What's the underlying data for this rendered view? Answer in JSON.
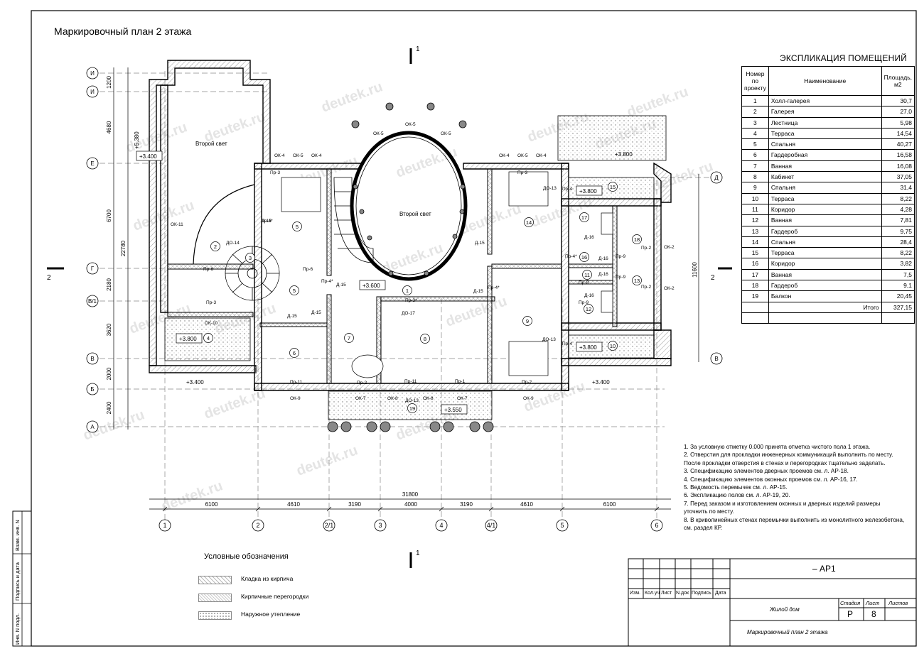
{
  "drawing": {
    "title": "Маркировочный план 2 этажа",
    "watermark": "deutek.ru",
    "section_mark": "1",
    "section_mark_side": "2"
  },
  "explication": {
    "title": "ЭКСПЛИКАЦИЯ ПОМЕЩЕНИЙ",
    "headers": [
      "Номер по проекту",
      "Наименование",
      "Площадь, м2"
    ],
    "rows": [
      {
        "num": "1",
        "name": "Холл-галерея",
        "area": "30,7"
      },
      {
        "num": "2",
        "name": "Галерея",
        "area": "27,0"
      },
      {
        "num": "3",
        "name": "Лестница",
        "area": "5,98"
      },
      {
        "num": "4",
        "name": "Терраса",
        "area": "14,54"
      },
      {
        "num": "5",
        "name": "Спальня",
        "area": "40,27"
      },
      {
        "num": "6",
        "name": "Гардеробная",
        "area": "16,58"
      },
      {
        "num": "7",
        "name": "Ванная",
        "area": "16,08"
      },
      {
        "num": "8",
        "name": "Кабинет",
        "area": "37,05"
      },
      {
        "num": "9",
        "name": "Спальня",
        "area": "31,4"
      },
      {
        "num": "10",
        "name": "Терраса",
        "area": "8,22"
      },
      {
        "num": "11",
        "name": "Коридор",
        "area": "4,28"
      },
      {
        "num": "12",
        "name": "Ванная",
        "area": "7,81"
      },
      {
        "num": "13",
        "name": "Гардероб",
        "area": "9,75"
      },
      {
        "num": "14",
        "name": "Спальня",
        "area": "28,4"
      },
      {
        "num": "15",
        "name": "Терраса",
        "area": "8,22"
      },
      {
        "num": "16",
        "name": "Коридор",
        "area": "3,82"
      },
      {
        "num": "17",
        "name": "Ванная",
        "area": "7,5"
      },
      {
        "num": "18",
        "name": "Гардероб",
        "area": "9,1"
      },
      {
        "num": "19",
        "name": "Балкон",
        "area": "20,45"
      }
    ],
    "total_label": "Итого",
    "total_value": "327,15"
  },
  "notes": [
    "1. За условную отметку 0.000 принята отметка чистого пола 1 этажа.",
    "2. Отверстия для прокладки инженерных коммуникаций выполнить по месту.",
    "После прокладки  отверстия в стенах и перегородках тщательно заделать.",
    "3. Спецификацию элементов дверных проемов см. л. АР-18.",
    "4. Спецификацию элементов оконных проемов см. л. АР-16, 17.",
    "5. Ведомость перемычек см. л. АР-15.",
    "6. Экспликацию полов см. л. АР-19, 20.",
    "7. Перед заказом и изготовлением оконных и дверных изделий размеры",
    "уточнить по месту.",
    "8. В криволинейных стенах перемычки выполнить из монолитного железобетона,",
    "см. раздел КР."
  ],
  "legend": {
    "title": "Условные обозначения",
    "items": [
      "Кладка из кирпича",
      "Кирпичные перегородки",
      "Наружное утепление"
    ]
  },
  "stamp": {
    "code": "– АР1",
    "headers": [
      "Изм.",
      "Кол.уч",
      "Лист",
      "N.док",
      "Подпись",
      "Дата"
    ],
    "object": "Жилой дом",
    "sheet_title": "Маркировочный план 2 этажа",
    "stage_label": "Стадия",
    "sheet_label": "Лист",
    "sheets_label": "Листов",
    "stage": "Р",
    "sheet": "8",
    "sheets": ""
  },
  "side_stamp": [
    "Инв. N подл.",
    "Подпись и дата",
    "Взам. инв. N"
  ],
  "axes": {
    "vertical": [
      "1",
      "2",
      "2/1",
      "3",
      "4",
      "4/1",
      "5",
      "6"
    ],
    "horizontal_left": [
      "И",
      "И",
      "Е",
      "Г",
      "В/1",
      "В",
      "Б",
      "А"
    ],
    "horizontal_right": [
      "Д",
      "В"
    ]
  },
  "dimensions": {
    "bottom_total": "31800",
    "bottom": [
      "6100",
      "4610",
      "3190",
      "4000",
      "3190",
      "4610",
      "6100"
    ],
    "left": [
      "1200",
      "4680",
      "6700",
      "2180",
      "3620",
      "2000",
      "2400"
    ],
    "left_total": "22780",
    "right_total": "11600"
  },
  "levels": [
    "+3.800",
    "+3.800",
    "+3.800",
    "+3.800",
    "+3.600",
    "+3.550",
    "+3.400",
    "+3.400",
    "+3.400",
    "+5.380"
  ],
  "room_labels": {
    "second_light_left": "Второй свет",
    "second_light_center": "Второй свет"
  },
  "openings": [
    "ОК-4",
    "ОК-5",
    "ОК-4",
    "ОК-5",
    "ОК-5",
    "ОК-5",
    "ОК-4",
    "ОК-5",
    "ОК-4",
    "ОК-11",
    "ОК-10",
    "ОК-9",
    "ОК-7",
    "ОК-8",
    "ОК-8",
    "ОК-7",
    "ОК-9",
    "ОК-2",
    "ОК-2",
    "Пр-3",
    "Пр-3",
    "Пр-3",
    "Пр-6",
    "Пр-6",
    "Пр-4*",
    "Пр-4*",
    "Пр-4*",
    "Пр-4*",
    "Пр-9",
    "Пр-9",
    "Пр-9",
    "Пр-9",
    "Пр-2",
    "Пр-2",
    "Пр-2",
    "Пр-4",
    "Пр-4",
    "Пр-11",
    "Пр-11",
    "Пр-1",
    "Пр-2",
    "Пр-3*",
    "Д-15",
    "Д-15",
    "Д-15",
    "Д-15",
    "Д-15",
    "Д-15",
    "Д-16",
    "Д-16",
    "Д-16",
    "Д-16",
    "ДО-14",
    "ДО-13",
    "ДО-13",
    "ДО-13",
    "ДО-17"
  ]
}
